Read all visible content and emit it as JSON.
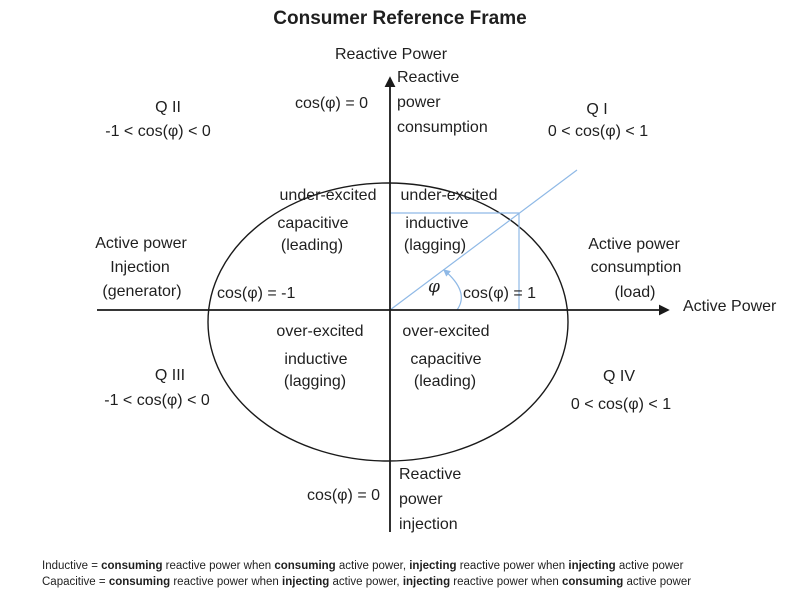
{
  "title": "Consumer Reference Frame",
  "colors": {
    "text": "#1f1f1f",
    "line": "#000000",
    "accent_blue": "#8fb9e6"
  },
  "axis": {
    "y_title": "Reactive Power",
    "x_title": "Active Power"
  },
  "axis_annotations": {
    "top_cos": "cos(φ) = 0",
    "bottom_cos": "cos(φ) = 0",
    "left_cos": "cos(φ) = -1",
    "right_cos": "cos(φ) = 1",
    "angle_symbol": "φ",
    "top_flow": {
      "l1": "Reactive",
      "l2": "power",
      "l3": "consumption"
    },
    "bottom_flow": {
      "l1": "Reactive",
      "l2": "power",
      "l3": "injection"
    },
    "left_flow": {
      "l1": "Active power",
      "l2": "Injection",
      "l3": "(generator)"
    },
    "right_flow": {
      "l1": "Active power",
      "l2": "consumption",
      "l3": "(load)"
    }
  },
  "quadrants": {
    "q1": {
      "name": "Q I",
      "range": "0 < cos(φ) < 1"
    },
    "q2": {
      "name": "Q II",
      "range": "-1 < cos(φ) < 0"
    },
    "q3": {
      "name": "Q III",
      "range": "-1 < cos(φ) < 0"
    },
    "q4": {
      "name": "Q IV",
      "range": "0 < cos(φ) < 1"
    }
  },
  "zones": {
    "top_left": {
      "l1": "under-excited",
      "l2": "capacitive",
      "l3": "(leading)"
    },
    "top_right": {
      "l1": "under-excited",
      "l2": "inductive",
      "l3": "(lagging)"
    },
    "bottom_left": {
      "l1": "over-excited",
      "l2": "inductive",
      "l3": "(lagging)"
    },
    "bottom_right": {
      "l1": "over-excited",
      "l2": "capacitive",
      "l3": "(leading)"
    }
  },
  "footnotes": [
    [
      {
        "text": "Inductive = ",
        "bold": false
      },
      {
        "text": "consuming",
        "bold": true
      },
      {
        "text": " reactive power when ",
        "bold": false
      },
      {
        "text": "consuming",
        "bold": true
      },
      {
        "text": " active power, ",
        "bold": false
      },
      {
        "text": "injecting",
        "bold": true
      },
      {
        "text": " reactive power when ",
        "bold": false
      },
      {
        "text": "injecting",
        "bold": true
      },
      {
        "text": " active power",
        "bold": false
      }
    ],
    [
      {
        "text": "Capacitive = ",
        "bold": false
      },
      {
        "text": "consuming",
        "bold": true
      },
      {
        "text": " reactive power when ",
        "bold": false
      },
      {
        "text": "injecting",
        "bold": true
      },
      {
        "text": " active power, ",
        "bold": false
      },
      {
        "text": "injecting",
        "bold": true
      },
      {
        "text": " reactive power when ",
        "bold": false
      },
      {
        "text": "consuming",
        "bold": true
      },
      {
        "text": " active power",
        "bold": false
      }
    ]
  ]
}
